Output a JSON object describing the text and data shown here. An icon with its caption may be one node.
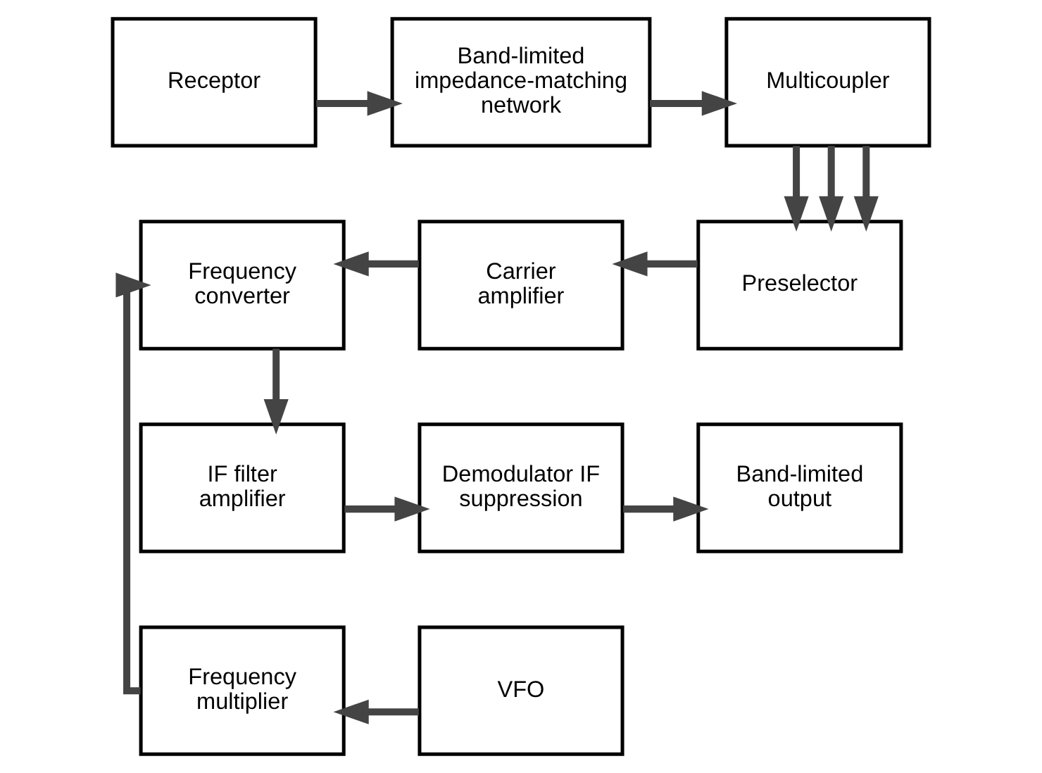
{
  "diagram": {
    "nodes": [
      {
        "text": [
          "Receptor"
        ]
      },
      {
        "text": [
          "Band-limited impedance-matching network"
        ]
      },
      {
        "text": [
          "Multicoupler"
        ]
      },
      {
        "text": [
          "Preselector"
        ]
      },
      {
        "text": [
          "Carrier amplifier"
        ]
      },
      {
        "text": [
          "Frequency converter"
        ]
      },
      {
        "text": [
          "IF filter amplifier"
        ]
      },
      {
        "text": [
          "Demodulator IF suppression"
        ]
      },
      {
        "text": [
          "Band-limited output"
        ]
      },
      {
        "text": [
          "Frequency multiplier"
        ]
      },
      {
        "text": [
          "VFO"
        ]
      }
    ],
    "edges": [
      {
        "from": 0,
        "to": 1,
        "arrow": "to"
      },
      {
        "from": 1,
        "to": 2,
        "arrow": "to"
      },
      {
        "from": 2,
        "to": 3,
        "arrow": "to"
      },
      {
        "from": 2,
        "to": 3,
        "arrow": "to"
      },
      {
        "from": 2,
        "to": 3,
        "arrow": "to"
      },
      {
        "from": 3,
        "to": 4,
        "arrow": "to"
      },
      {
        "from": 4,
        "to": 5,
        "arrow": "to"
      },
      {
        "from": 5,
        "to": 6,
        "arrow": "to"
      },
      {
        "from": 6,
        "to": 7,
        "arrow": "to"
      },
      {
        "from": 7,
        "to": 8,
        "arrow": "to"
      },
      {
        "from": 10,
        "to": 9,
        "arrow": "to"
      },
      {
        "from": 9,
        "to": 5,
        "arrow": "to"
      }
    ]
  }
}
